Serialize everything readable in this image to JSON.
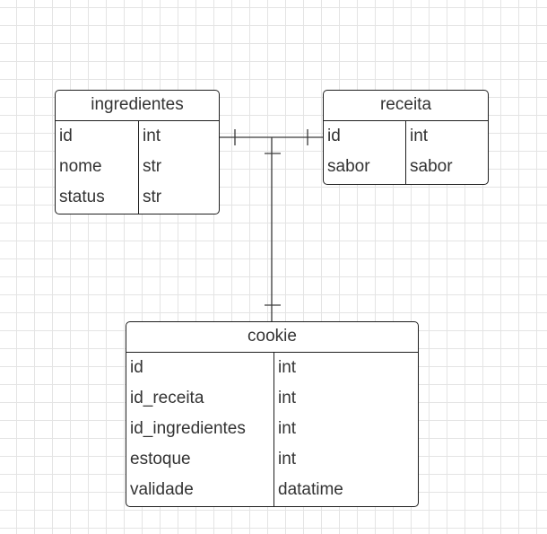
{
  "entities": {
    "ingredientes": {
      "title": "ingredientes",
      "fields": [
        {
          "name": "id",
          "type": "int"
        },
        {
          "name": "nome",
          "type": "str"
        },
        {
          "name": "status",
          "type": "str"
        }
      ]
    },
    "receita": {
      "title": "receita",
      "fields": [
        {
          "name": "id",
          "type": "int"
        },
        {
          "name": "sabor",
          "type": "sabor"
        }
      ]
    },
    "cookie": {
      "title": "cookie",
      "fields": [
        {
          "name": "id",
          "type": "int"
        },
        {
          "name": "id_receita",
          "type": "int"
        },
        {
          "name": "id_ingredientes",
          "type": "int"
        },
        {
          "name": "estoque",
          "type": "int"
        },
        {
          "name": "validade",
          "type": "datatime"
        }
      ]
    }
  },
  "relationships": [
    {
      "from": "ingredientes",
      "to": "receita",
      "notation": "one-and-only-one"
    },
    {
      "from": "ingredientes",
      "to": "cookie",
      "notation": "one-and-only-one"
    }
  ]
}
